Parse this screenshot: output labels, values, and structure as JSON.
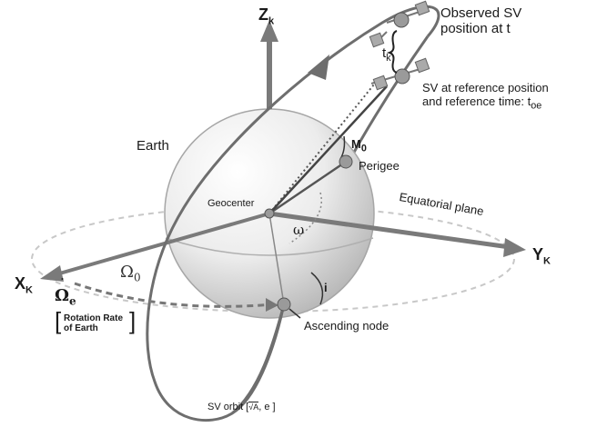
{
  "axes": {
    "z_main": "Z",
    "z_sub": "k",
    "y_main": "Y",
    "y_sub": "K",
    "x_main": "X",
    "x_sub": "K"
  },
  "labels": {
    "observed_sv_line1": "Observed SV",
    "observed_sv_line2": "position at t",
    "tk_main": "t",
    "tk_sub": "k",
    "sv_ref_line1": "SV at reference position",
    "sv_ref_line2_main": "and reference time: t",
    "sv_ref_line2_sub": "oe",
    "earth": "Earth",
    "m0_main": "M",
    "m0_sub": "0",
    "perigee": "Perigee",
    "geocenter": "Geocenter",
    "equatorial_plane": "Equatorial plane",
    "omega_small": "ω",
    "omega_big_main": "Ω",
    "omega_big_sub": "0",
    "omega_e_main": "Ω",
    "omega_e_sub": "e",
    "rotation_line1": "Rotation Rate",
    "rotation_line2": "of Earth",
    "inclination": "i",
    "ascending_node": "Ascending node",
    "sv_orbit_prefix": "SV orbit [",
    "sv_orbit_sqrt": "√A",
    "sv_orbit_suffix": ", e ]"
  },
  "colors": {
    "axis": "#7a7a7a",
    "orbit": "#6e6e6e",
    "sphere_light": "#ffffff",
    "sphere_dark": "#bdbdbd",
    "equator_dash": "#c8c8c8",
    "node_fill": "#9a9a9a"
  }
}
